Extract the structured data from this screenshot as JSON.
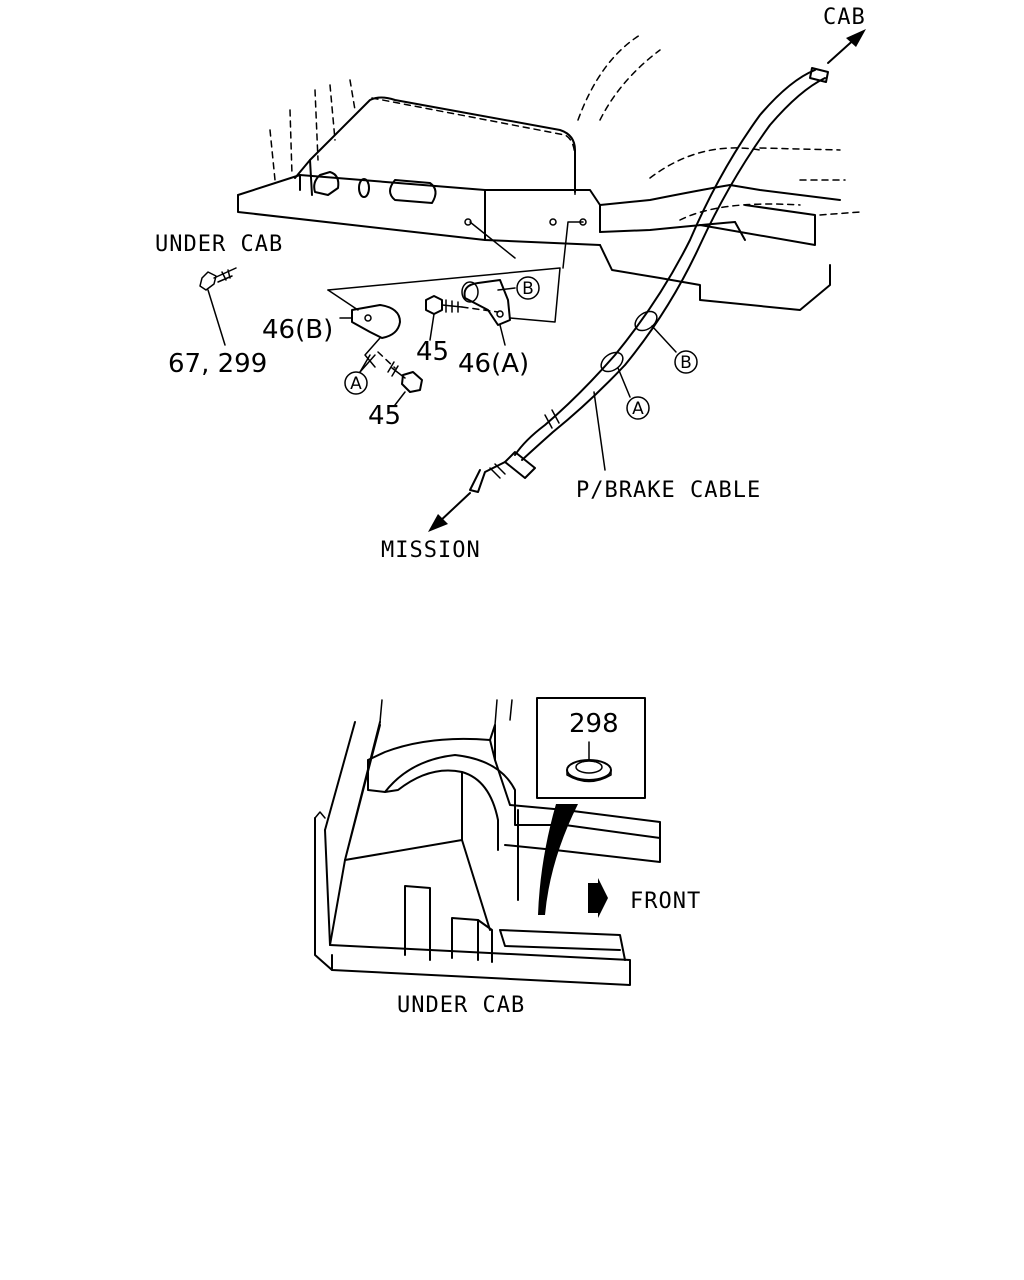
{
  "labels": {
    "cab": "CAB",
    "under_cab_top": "UNDER CAB",
    "mission": "MISSION",
    "pbrake_cable": "P/BRAKE CABLE",
    "front": "FRONT",
    "under_cab_bottom": "UNDER CAB"
  },
  "parts": {
    "screw": "67, 299",
    "clamp_b": "46(B)",
    "clamp_a": "46(A)",
    "bolt_upper": "45",
    "bolt_lower": "45",
    "grommet": "298"
  },
  "markers": {
    "a": "A",
    "b": "B"
  },
  "icons": {
    "front_arrow": "front-arrow-icon",
    "cab_arrow": "cab-arrow-icon",
    "mission_arrow": "mission-arrow-icon"
  }
}
